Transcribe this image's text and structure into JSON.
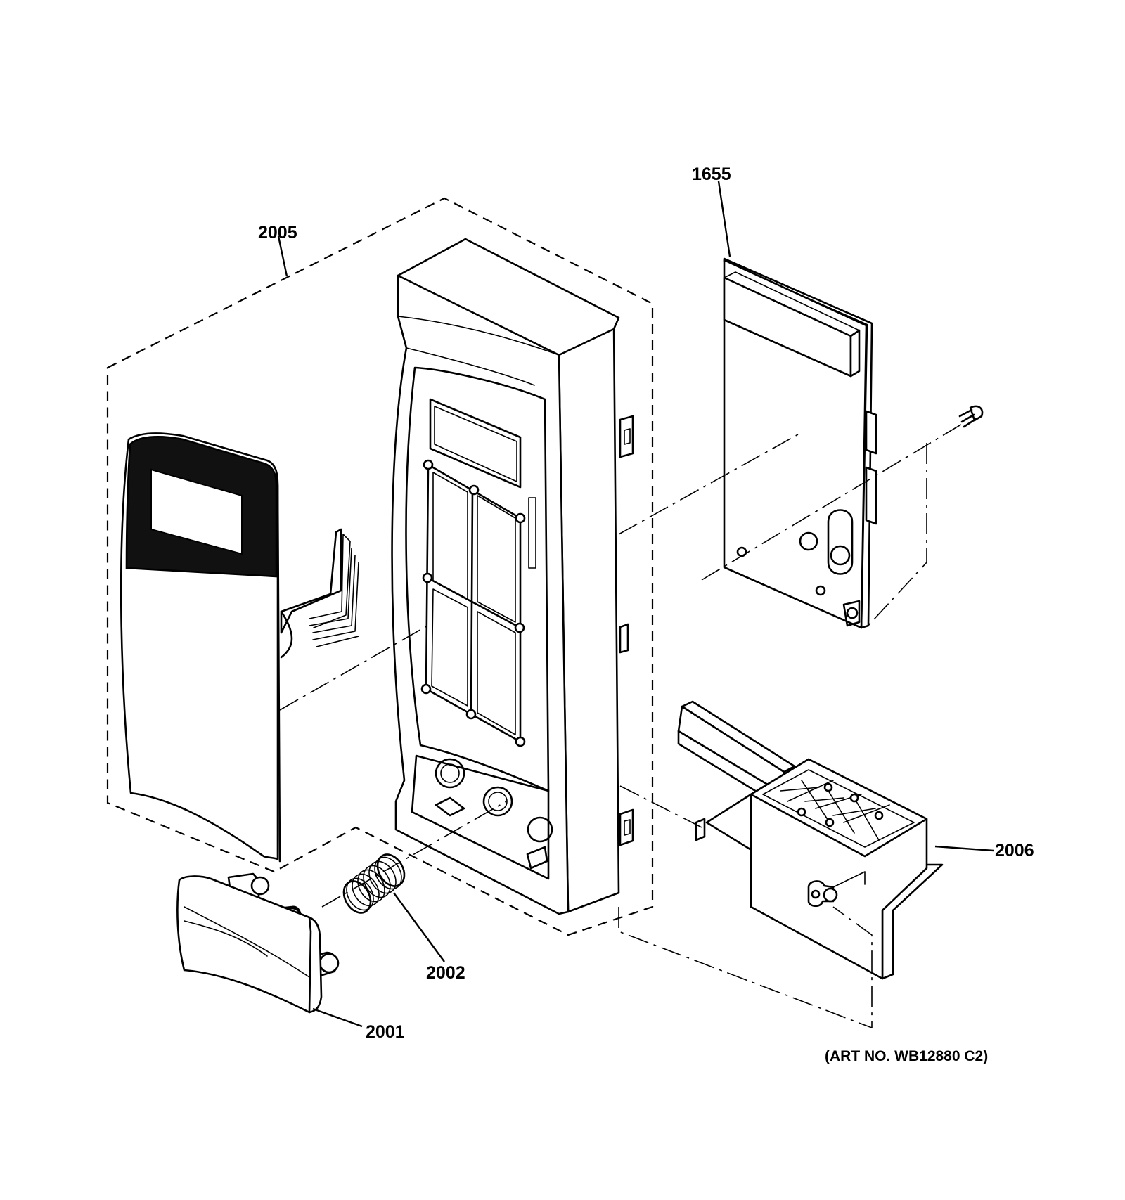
{
  "callouts": [
    {
      "id": "1655",
      "label": "1655"
    },
    {
      "id": "2005",
      "label": "2005"
    },
    {
      "id": "2006",
      "label": "2006"
    },
    {
      "id": "2002",
      "label": "2002"
    },
    {
      "id": "2001",
      "label": "2001"
    }
  ],
  "art_number": "(ART NO. WB12880 C2)"
}
